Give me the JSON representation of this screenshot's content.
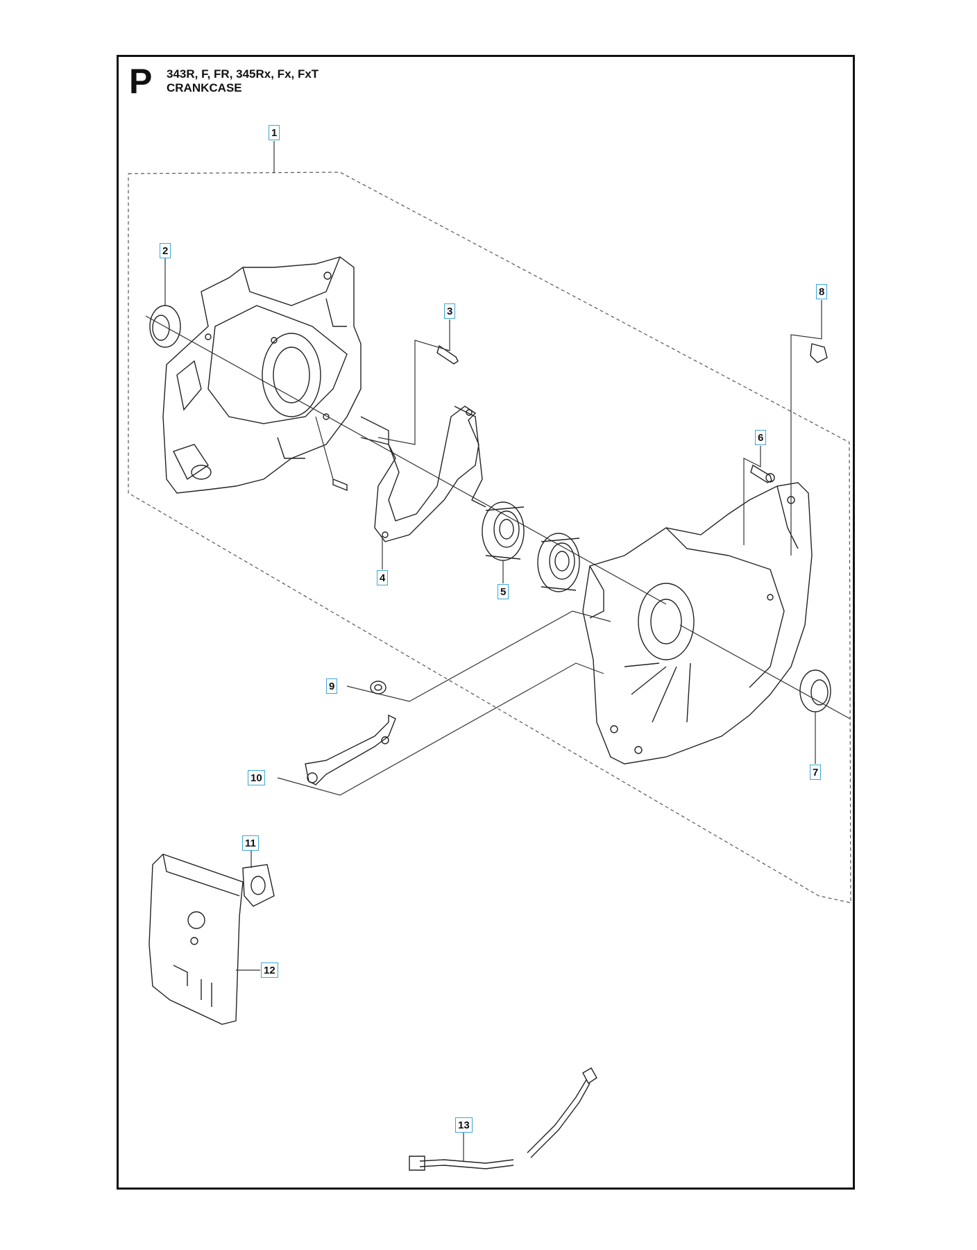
{
  "header": {
    "section_letter": "P",
    "models": "343R, F, FR, 345Rx, Fx, FxT",
    "title": "CRANKCASE"
  },
  "callouts": [
    {
      "id": "1",
      "label": "1"
    },
    {
      "id": "2",
      "label": "2"
    },
    {
      "id": "3",
      "label": "3"
    },
    {
      "id": "4",
      "label": "4"
    },
    {
      "id": "5",
      "label": "5"
    },
    {
      "id": "6",
      "label": "6"
    },
    {
      "id": "7",
      "label": "7"
    },
    {
      "id": "8",
      "label": "8"
    },
    {
      "id": "9",
      "label": "9"
    },
    {
      "id": "10",
      "label": "10"
    },
    {
      "id": "11",
      "label": "11"
    },
    {
      "id": "12",
      "label": "12"
    },
    {
      "id": "13",
      "label": "13"
    }
  ],
  "colors": {
    "frame": "#111111",
    "callout_border": "#3aa7d8",
    "line_art": "#333333"
  }
}
